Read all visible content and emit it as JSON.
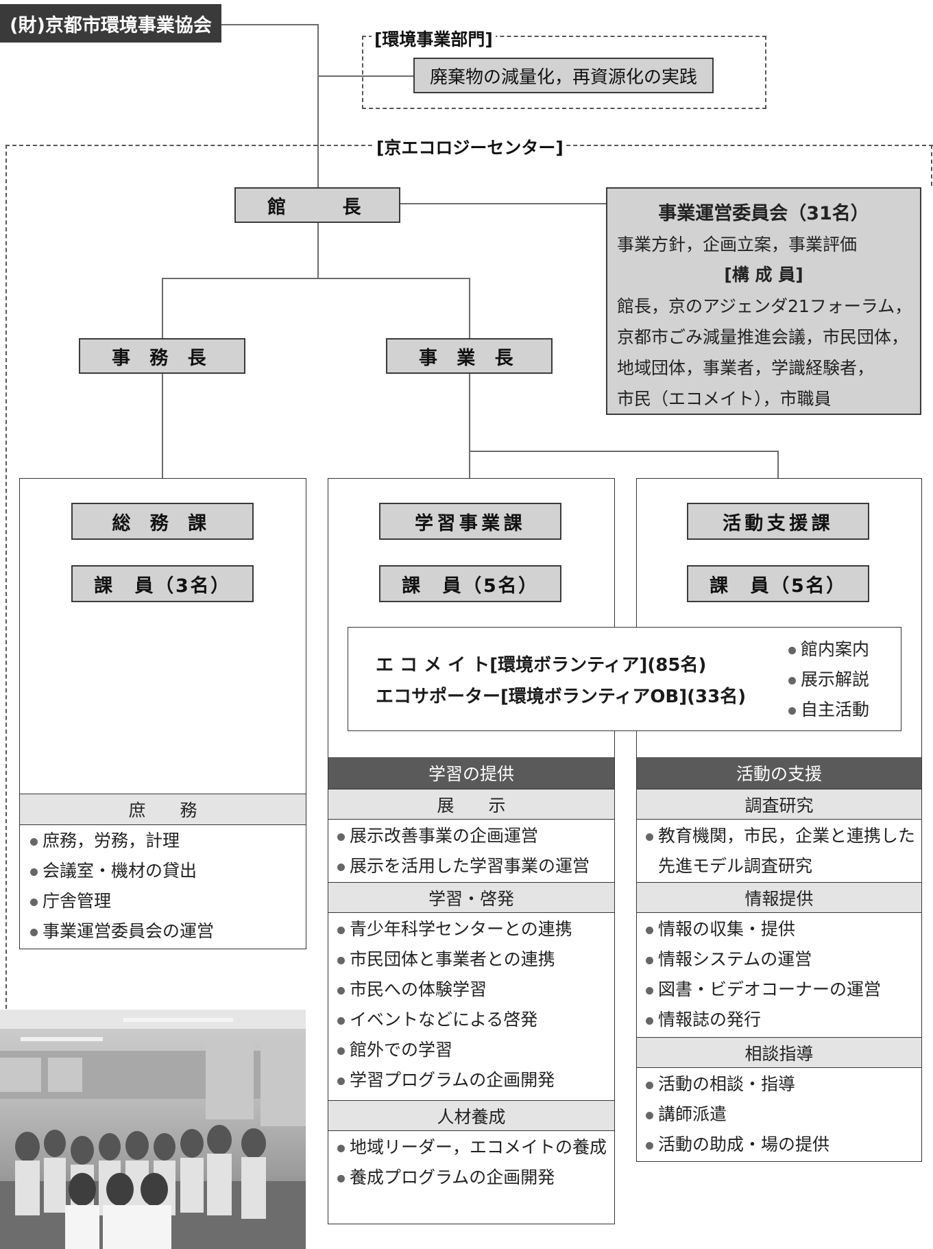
{
  "org_name": "(財)京都市環境事業協会",
  "env_dept": {
    "label": "[環境事業部門]",
    "task": "廃棄物の減量化，再資源化の実践"
  },
  "center_label": "[京エコロジーセンター]",
  "director": "館　　長",
  "committee": {
    "title": "事業運営委員会（31名）",
    "desc": "事業方針，企画立案，事業評価",
    "members_label": "[構 成 員]",
    "members_lines": [
      "館長，京のアジェンダ21フォーラム，",
      "京都市ごみ減量推進会議，市民団体，",
      "地域団体，事業者，学識経験者，",
      "市民（エコメイト），市職員"
    ]
  },
  "office_chief": "事 務 長",
  "business_chief": "事 業 長",
  "general_affairs": {
    "section": "総 務 課",
    "staff": "課　員（3名）",
    "area": "庶　　務",
    "items": [
      "庶務，労務，計理",
      "会議室・機材の貸出",
      "庁舎管理",
      "事業運営委員会の運営"
    ]
  },
  "learning": {
    "section": "学習事業課",
    "staff": "課　員（5名）",
    "header": "学習の提供",
    "groups": [
      {
        "title": "展　　示",
        "items": [
          "展示改善事業の企画運営",
          "展示を活用した学習事業の運営"
        ]
      },
      {
        "title": "学習・啓発",
        "items": [
          "青少年科学センターとの連携",
          "市民団体と事業者との連携",
          "市民への体験学習",
          "イベントなどによる啓発",
          "館外での学習",
          "学習プログラムの企画開発"
        ]
      },
      {
        "title": "人材養成",
        "items": [
          "地域リーダー，エコメイトの養成",
          "養成プログラムの企画開発"
        ]
      }
    ]
  },
  "support": {
    "section": "活動支援課",
    "staff": "課　員（5名）",
    "header": "活動の支援",
    "groups": [
      {
        "title": "調査研究",
        "items": [
          "教育機関，市民，企業と連携した先進モデル調査研究"
        ]
      },
      {
        "title": "情報提供",
        "items": [
          "情報の収集・提供",
          "情報システムの運営",
          "図書・ビデオコーナーの運営",
          "情報誌の発行"
        ]
      },
      {
        "title": "相談指導",
        "items": [
          "活動の相談・指導",
          "講師派遣",
          "活動の助成・場の提供"
        ]
      }
    ]
  },
  "volunteers": {
    "line1": "エ コ メ イ ト[環境ボランティア](85名)",
    "line2": "エコサポーター[環境ボランティアOB](33名)",
    "roles": [
      "館内案内",
      "展示解説",
      "自主活動"
    ]
  }
}
